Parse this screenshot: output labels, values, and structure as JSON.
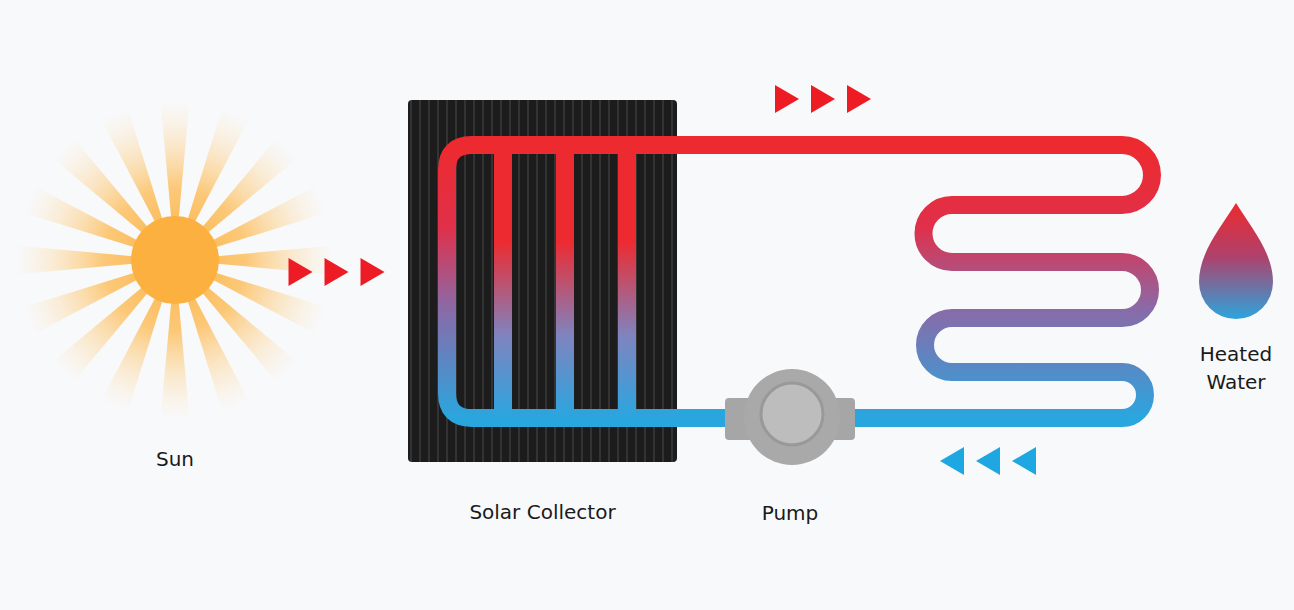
{
  "diagram": {
    "nodes": [
      {
        "text": [
          "Sun"
        ]
      },
      {
        "text": [
          "Solar Collector"
        ]
      },
      {
        "text": [
          "Pump"
        ]
      },
      {
        "text": [
          "Heated Water"
        ]
      }
    ],
    "edges": [
      {
        "from": 0,
        "to": 1,
        "arrow": "to"
      },
      {
        "from": 2,
        "to": 1,
        "arrow": "none"
      }
    ]
  }
}
